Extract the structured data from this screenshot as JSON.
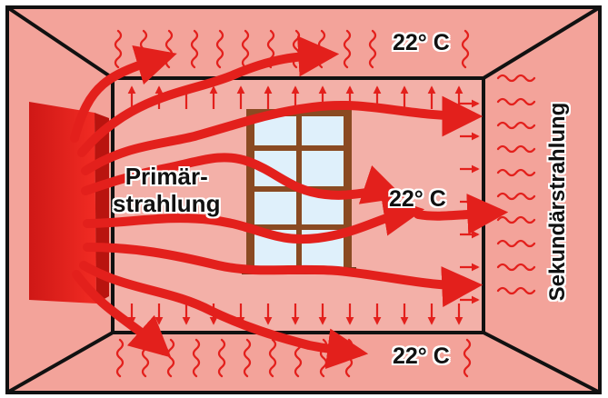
{
  "labels": {
    "temp_top": "22° C",
    "temp_middle": "22° C",
    "temp_bottom": "22° C",
    "primary_line1": "Primär-",
    "primary_line2": "strahlung",
    "secondary": "Sekundärstrahlung"
  },
  "colors": {
    "room_fill": "#f3a39a",
    "wall_line": "#111111",
    "heater": "#e3201c",
    "primary_arrow": "#e3201c",
    "secondary_wave": "#e3201c",
    "window_frame": "#8a4a22",
    "window_glass": "#dff0fb"
  },
  "icons": {
    "heater": "heater-panel-icon",
    "window": "window-icon"
  }
}
